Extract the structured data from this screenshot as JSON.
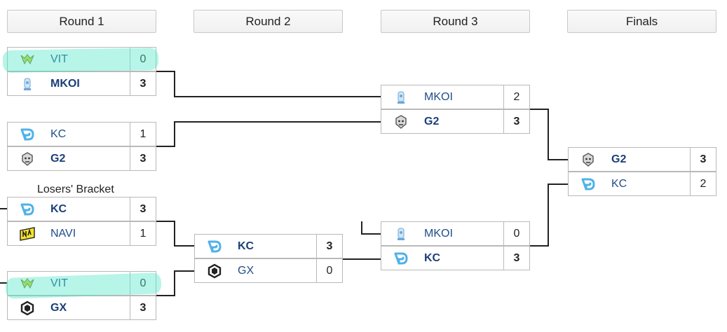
{
  "rounds": [
    "Round 1",
    "Round 2",
    "Round 3",
    "Finals"
  ],
  "losers_label": "Losers' Bracket",
  "matches": {
    "r1m1": [
      {
        "team": "VIT",
        "score": "0",
        "logo": "vitality-bee-icon"
      },
      {
        "team": "MKOI",
        "score": "3",
        "logo": "mkoi-trophy-icon",
        "winner": true
      }
    ],
    "r1m2": [
      {
        "team": "KC",
        "score": "1",
        "logo": "kc-logo-icon"
      },
      {
        "team": "G2",
        "score": "3",
        "logo": "g2-samurai-icon",
        "winner": true
      }
    ],
    "r1m3": [
      {
        "team": "KC",
        "score": "3",
        "logo": "kc-logo-icon",
        "winner": true
      },
      {
        "team": "NAVI",
        "score": "1",
        "logo": "navi-logo-icon"
      }
    ],
    "r1m4": [
      {
        "team": "VIT",
        "score": "0",
        "logo": "vitality-bee-icon"
      },
      {
        "team": "GX",
        "score": "3",
        "logo": "gx-hexagon-icon",
        "winner": true
      }
    ],
    "r2m1": [
      {
        "team": "KC",
        "score": "3",
        "logo": "kc-logo-icon",
        "winner": true
      },
      {
        "team": "GX",
        "score": "0",
        "logo": "gx-hexagon-icon"
      }
    ],
    "r3m1": [
      {
        "team": "MKOI",
        "score": "2",
        "logo": "mkoi-trophy-icon"
      },
      {
        "team": "G2",
        "score": "3",
        "logo": "g2-samurai-icon",
        "winner": true
      }
    ],
    "r3m2": [
      {
        "team": "MKOI",
        "score": "0",
        "logo": "mkoi-trophy-icon"
      },
      {
        "team": "KC",
        "score": "3",
        "logo": "kc-logo-icon",
        "winner": true
      }
    ],
    "final": [
      {
        "team": "G2",
        "score": "3",
        "logo": "g2-samurai-icon",
        "winner": true
      },
      {
        "team": "KC",
        "score": "2",
        "logo": "kc-logo-icon"
      }
    ]
  },
  "colors": {
    "team_name": "#1f4d8a",
    "highlight": "#50e6c8",
    "border": "#b9b9b9",
    "line": "#222222"
  }
}
